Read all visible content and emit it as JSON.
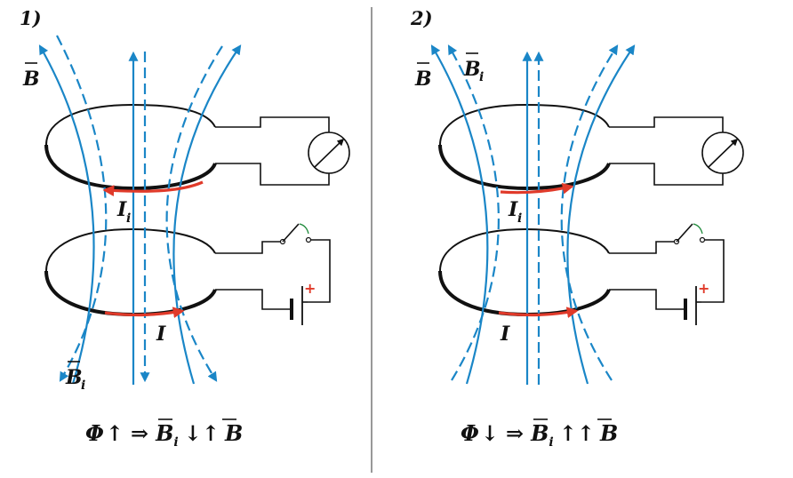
{
  "colors": {
    "field": "#1a86c7",
    "current": "#e03a2a",
    "ink": "#111111",
    "background": "#ffffff",
    "switch_arc": "#1f8a3b"
  },
  "panels": [
    {
      "number": "1)",
      "label_B": "B",
      "label_Bi": "B",
      "label_Bi_sub": "i",
      "label_Ii": "I",
      "label_Ii_sub": "i",
      "label_I": "I",
      "battery_plus": "+",
      "formula": {
        "flux": "Φ",
        "flux_arrow": "↑",
        "implies": "⇒",
        "Bi": "B",
        "Bi_sub": "i",
        "relation": "↓↑",
        "B": "B"
      }
    },
    {
      "number": "2)",
      "label_B": "B",
      "label_Bi": "B",
      "label_Bi_sub": "i",
      "label_Ii": "I",
      "label_Ii_sub": "i",
      "label_I": "I",
      "battery_plus": "+",
      "formula": {
        "flux": "Φ",
        "flux_arrow": "↓",
        "implies": "⇒",
        "Bi": "B",
        "Bi_sub": "i",
        "relation": "↑↑",
        "B": "B"
      }
    }
  ]
}
